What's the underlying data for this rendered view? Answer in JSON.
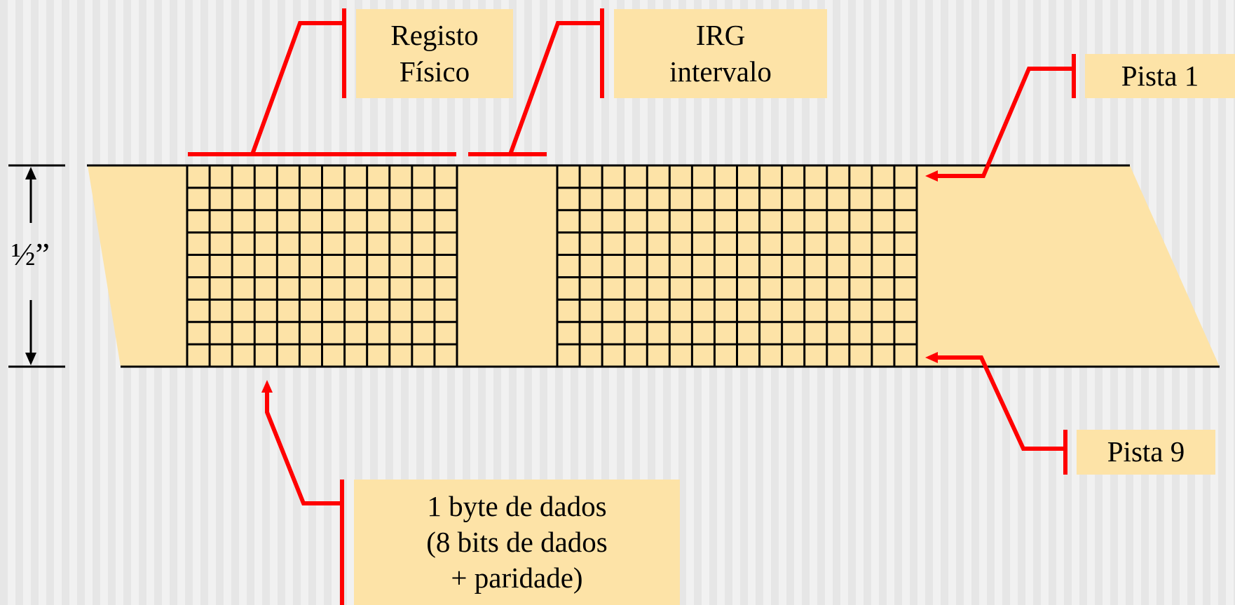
{
  "labels": {
    "registo": [
      "Registo",
      "Físico"
    ],
    "irg": [
      "IRG",
      "intervalo"
    ],
    "pista1": "Pista 1",
    "pista9": "Pista 9",
    "byte": [
      "1 byte de dados",
      "(8 bits de dados",
      "+ paridade)"
    ]
  },
  "tape_width_label": "½”",
  "tape": {
    "tracks": 9,
    "block_1_columns": 12,
    "block_2_columns": 16
  },
  "colors": {
    "tape": "#fde3a7",
    "label_box": "#fde3a7",
    "pointer": "#ff0000",
    "grid": "#000000"
  }
}
